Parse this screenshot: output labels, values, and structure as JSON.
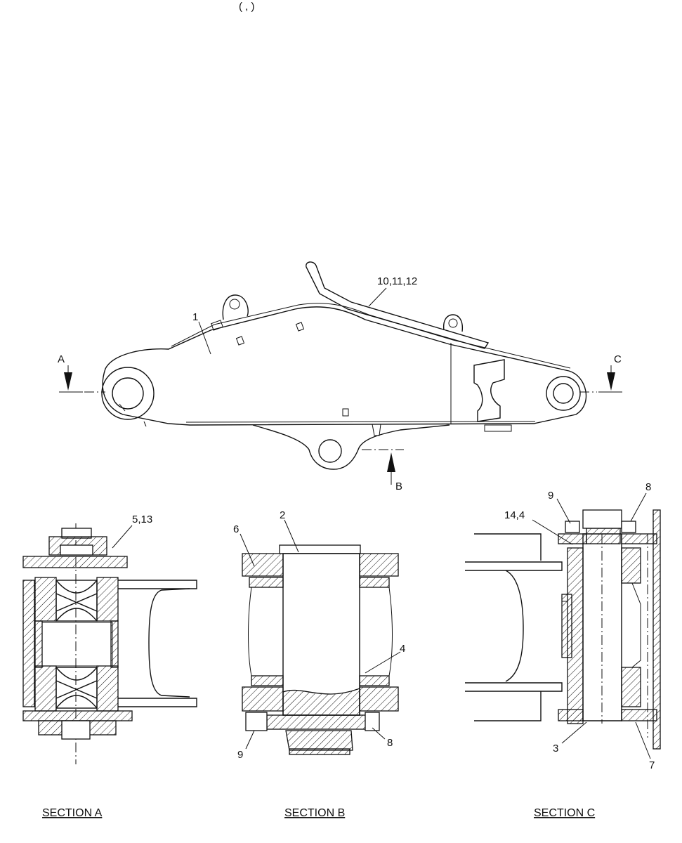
{
  "header": {
    "partial_title": "(          ,                    )"
  },
  "boom": {
    "callouts": [
      {
        "id": "c-1",
        "text": "1"
      },
      {
        "id": "c-10-11-12",
        "text": "10,11,12"
      }
    ],
    "section_markers": [
      {
        "id": "marker-a",
        "text": "A"
      },
      {
        "id": "marker-b",
        "text": "B"
      },
      {
        "id": "marker-c",
        "text": "C"
      }
    ]
  },
  "section_a": {
    "title": "SECTION A",
    "callouts": [
      {
        "id": "a-5-13",
        "text": "5,13"
      }
    ]
  },
  "section_b": {
    "title": "SECTION B",
    "callouts": [
      {
        "id": "b-2",
        "text": "2"
      },
      {
        "id": "b-6",
        "text": "6"
      },
      {
        "id": "b-4",
        "text": "4"
      },
      {
        "id": "b-9",
        "text": "9"
      },
      {
        "id": "b-8",
        "text": "8"
      }
    ]
  },
  "section_c": {
    "title": "SECTION C",
    "callouts": [
      {
        "id": "c-9",
        "text": "9"
      },
      {
        "id": "c-8",
        "text": "8"
      },
      {
        "id": "c-14-4",
        "text": "14,4"
      },
      {
        "id": "c-3",
        "text": "3"
      },
      {
        "id": "c-7",
        "text": "7"
      }
    ]
  }
}
